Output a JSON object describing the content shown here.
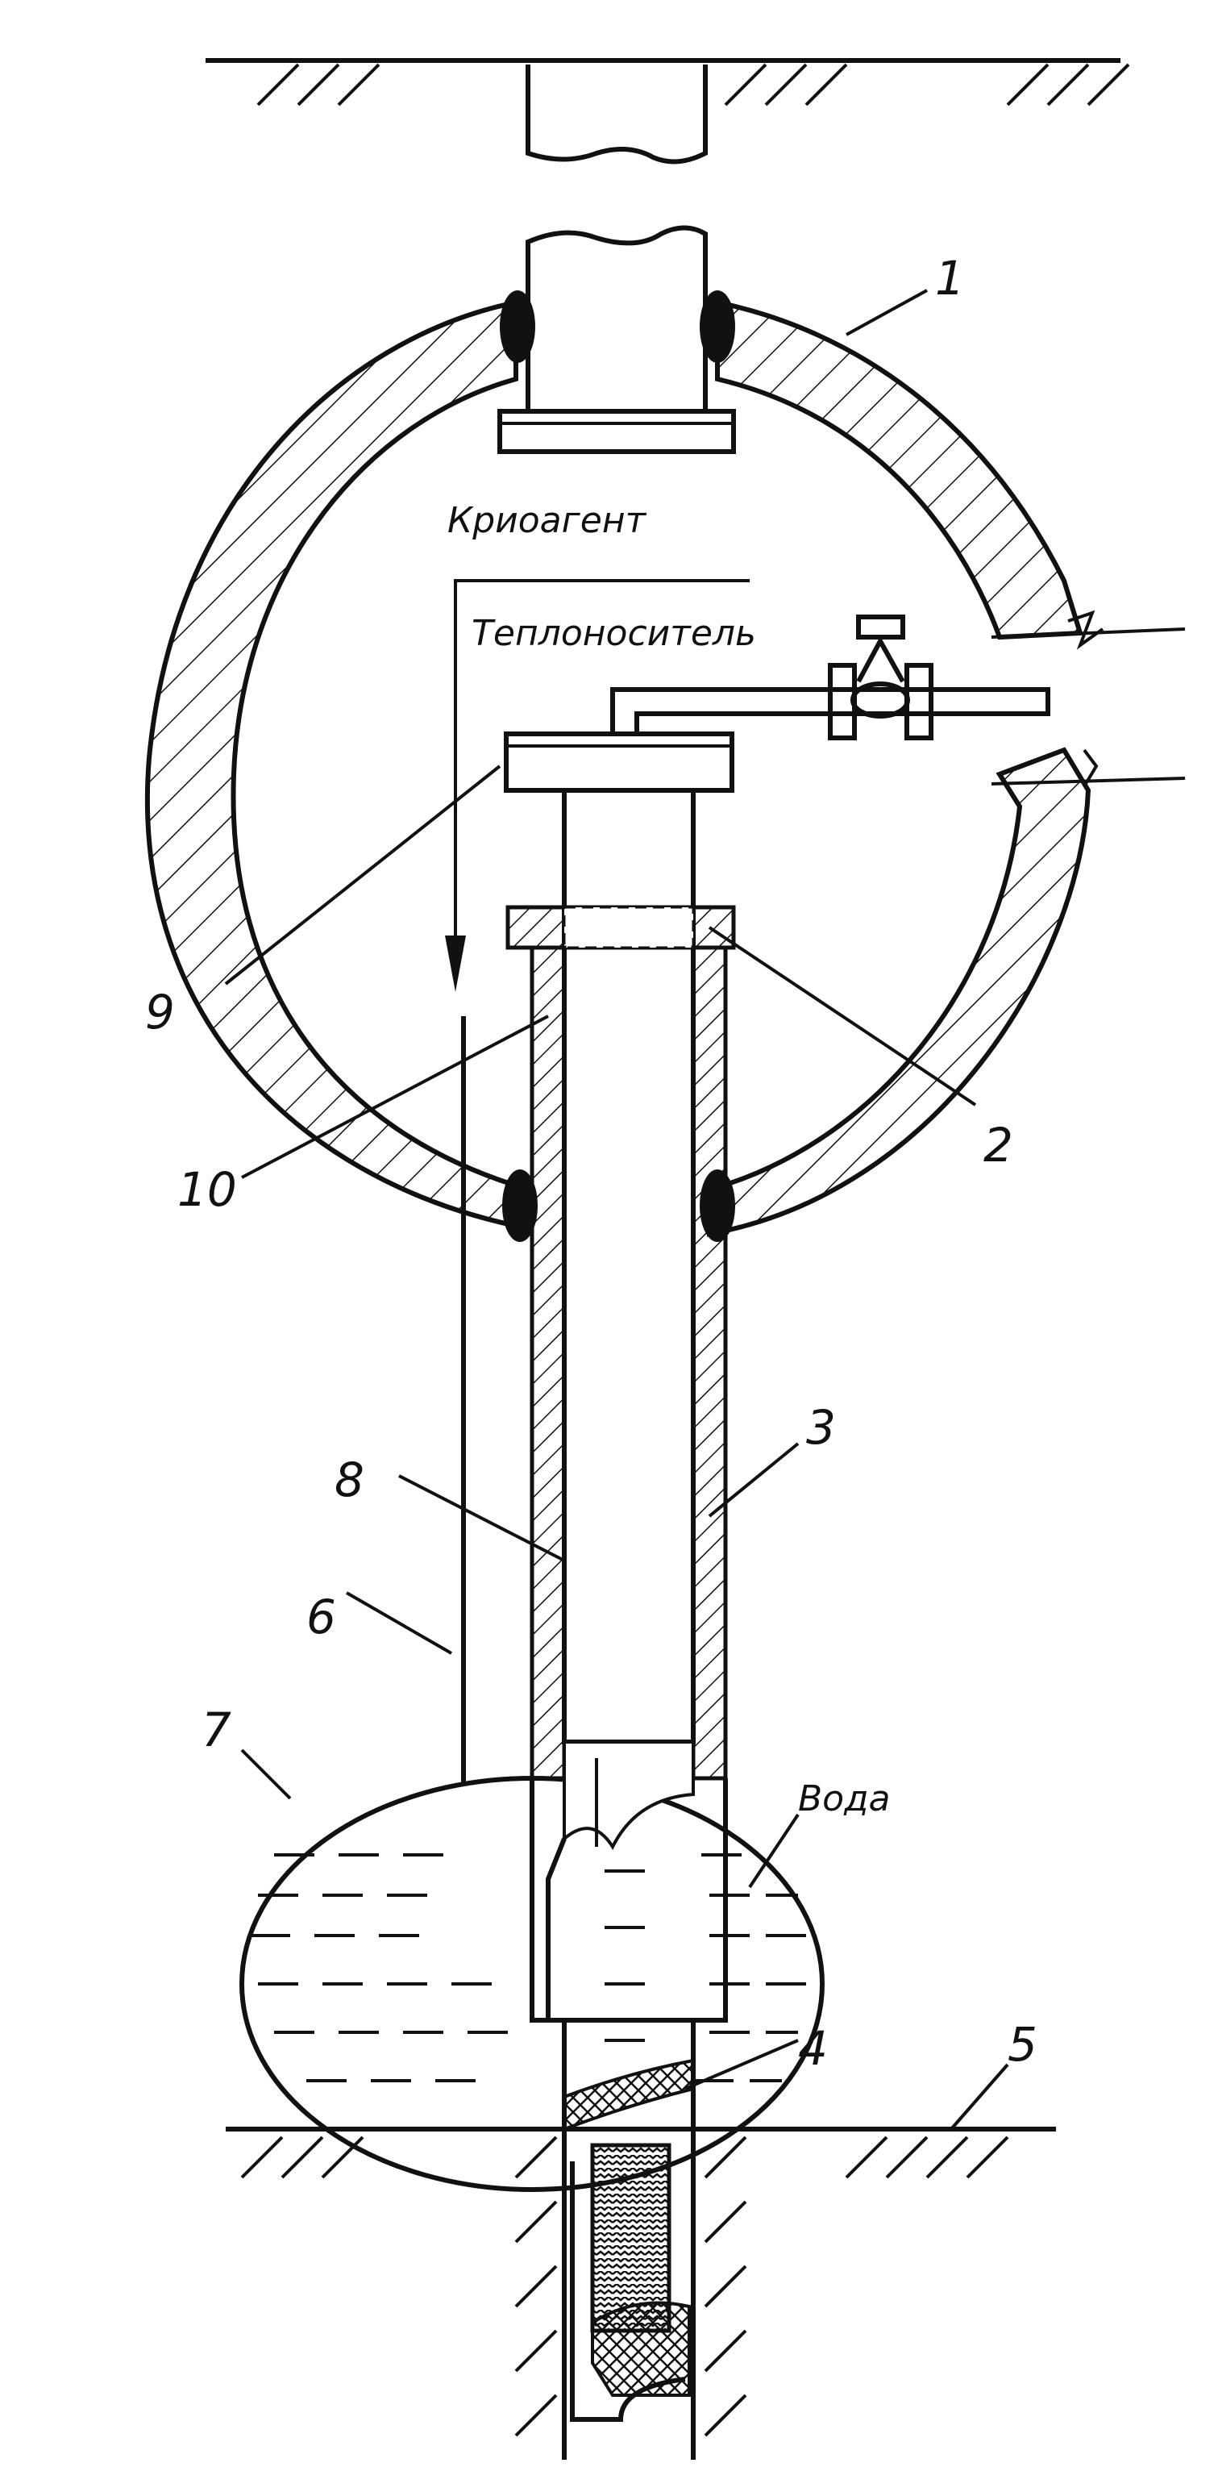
{
  "labels": {
    "kriogent": "Криоагент",
    "teplonositel": "Теплоноситель",
    "voda": "Вода",
    "n1": "1",
    "n2": "2",
    "n3": "3",
    "n4": "4",
    "n5": "5",
    "n6": "6",
    "n7": "7",
    "n8": "8",
    "n9": "9",
    "n10": "10"
  },
  "colors": {
    "line": "#111111",
    "background": "#ffffff"
  }
}
